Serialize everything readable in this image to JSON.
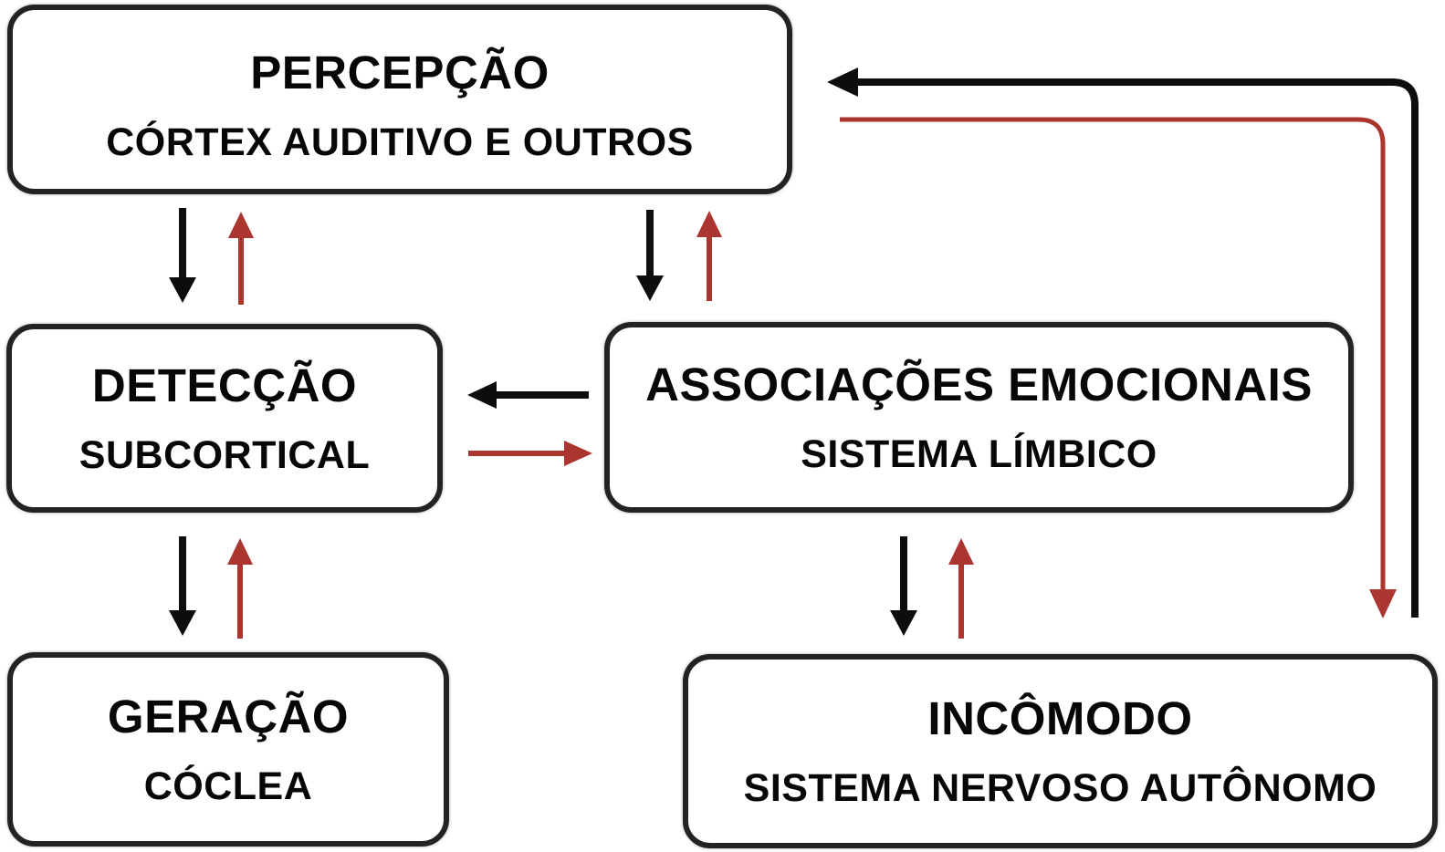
{
  "diagram": {
    "boxes": [
      {
        "id": "percepcao",
        "title": "PERCEPÇÃO",
        "subtitle": "CÓRTEX AUDITIVO E OUTROS"
      },
      {
        "id": "deteccao",
        "title": "DETECÇÃO",
        "subtitle": "SUBCORTICAL"
      },
      {
        "id": "associacoes",
        "title": "ASSOCIAÇÕES EMOCIONAIS",
        "subtitle": "SISTEMA LÍMBICO"
      },
      {
        "id": "geracao",
        "title": "GERAÇÃO",
        "subtitle": "CÓCLEA"
      },
      {
        "id": "incomodo",
        "title": "INCÔMODO",
        "subtitle": "SISTEMA NERVOSO AUTÔNOMO"
      }
    ],
    "arrows": [
      {
        "from": "percepcao",
        "to": "deteccao",
        "color": "black",
        "direction": "down"
      },
      {
        "from": "deteccao",
        "to": "percepcao",
        "color": "red",
        "direction": "up"
      },
      {
        "from": "percepcao",
        "to": "associacoes",
        "color": "black",
        "direction": "down"
      },
      {
        "from": "associacoes",
        "to": "percepcao",
        "color": "red",
        "direction": "up"
      },
      {
        "from": "associacoes",
        "to": "deteccao",
        "color": "black",
        "direction": "left"
      },
      {
        "from": "deteccao",
        "to": "associacoes",
        "color": "red",
        "direction": "right"
      },
      {
        "from": "deteccao",
        "to": "geracao",
        "color": "black",
        "direction": "down"
      },
      {
        "from": "geracao",
        "to": "deteccao",
        "color": "red",
        "direction": "up"
      },
      {
        "from": "associacoes",
        "to": "incomodo",
        "color": "black",
        "direction": "down"
      },
      {
        "from": "incomodo",
        "to": "associacoes",
        "color": "red",
        "direction": "up"
      },
      {
        "from": "incomodo",
        "to": "percepcao",
        "color": "black",
        "direction": "right-side-loop"
      },
      {
        "from": "percepcao",
        "to": "incomodo",
        "color": "red",
        "direction": "right-side-loop"
      }
    ],
    "colors": {
      "arrow_black": "#0d0d0d",
      "arrow_red": "#ab352f",
      "box_border": "#232323",
      "box_fill": "#ffffff",
      "text_color": "#070707"
    }
  }
}
